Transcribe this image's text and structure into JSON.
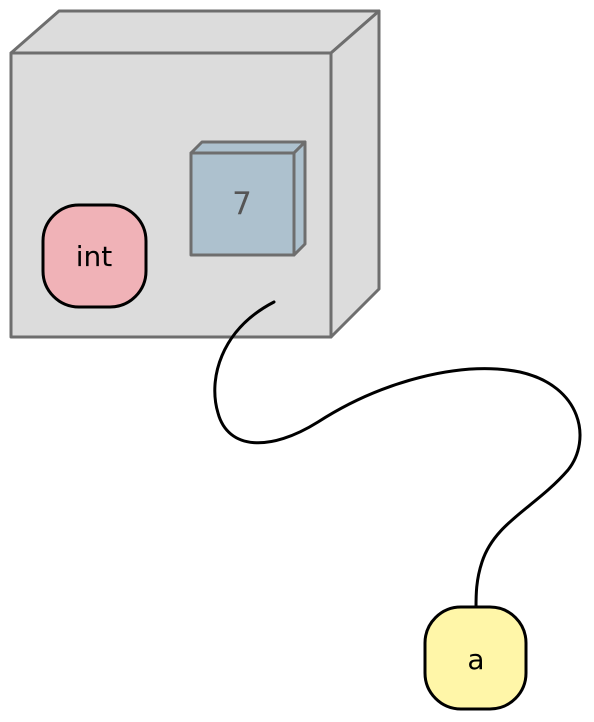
{
  "diagram": {
    "type_tag": "int",
    "value": "7",
    "variable_name": "a"
  },
  "colors": {
    "box_face": "#dcdcdc",
    "box_edge": "#6e6e6e",
    "value_cube": "#adc1ce",
    "type_tag_fill": "#f0b2b7",
    "variable_tag_fill": "#fff6a8",
    "line": "#000000",
    "value_text": "#555555"
  }
}
